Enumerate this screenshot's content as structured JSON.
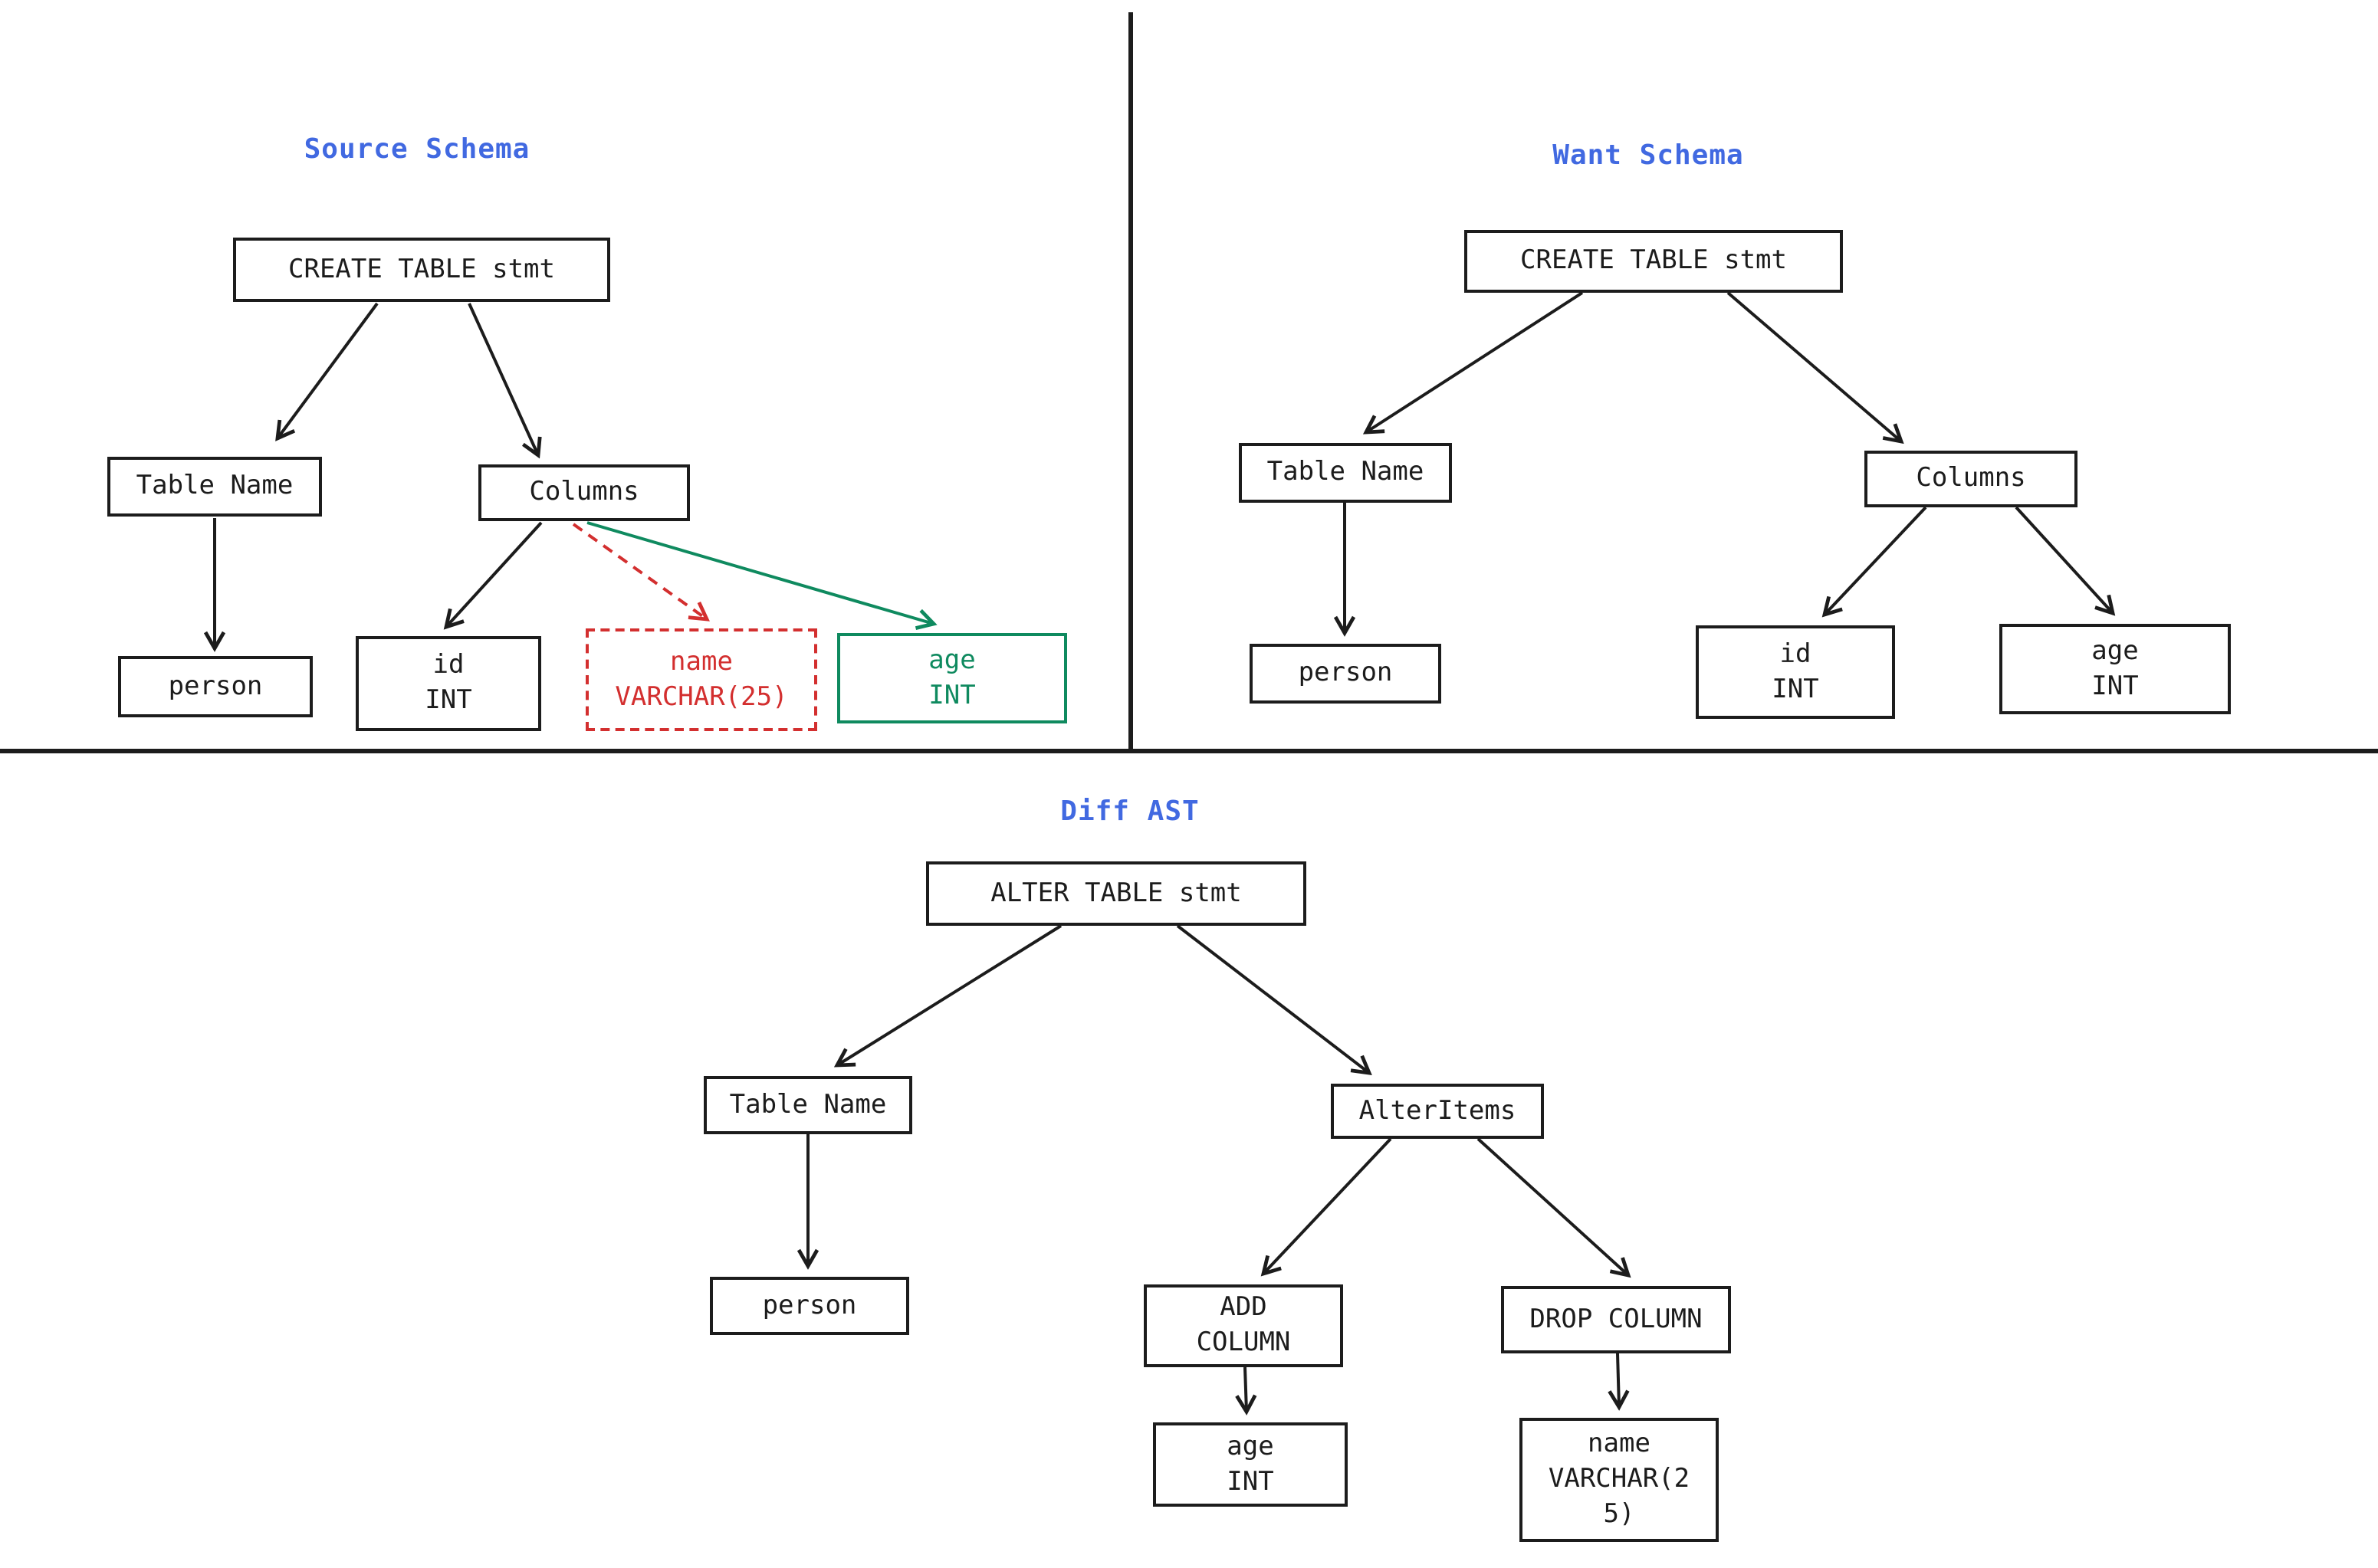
{
  "colors": {
    "ink": "#1c1c1c",
    "title_blue": "#4169e1",
    "removed_red": "#d32f2f",
    "added_green": "#0f8a5f"
  },
  "source_schema": {
    "title": "Source Schema",
    "nodes": {
      "create_table": "CREATE TABLE stmt",
      "table_name": "Table Name",
      "columns": "Columns",
      "person": "person",
      "id_col": "id\nINT",
      "name_col": "name\nVARCHAR(25)",
      "age_col": "age\nINT"
    }
  },
  "want_schema": {
    "title": "Want Schema",
    "nodes": {
      "create_table": "CREATE TABLE stmt",
      "table_name": "Table Name",
      "columns": "Columns",
      "person": "person",
      "id_col": "id\nINT",
      "age_col": "age\nINT"
    }
  },
  "diff_ast": {
    "title": "Diff AST",
    "nodes": {
      "alter_table": "ALTER TABLE stmt",
      "table_name": "Table Name",
      "alter_items": "AlterItems",
      "person": "person",
      "add_column": "ADD\nCOLUMN",
      "drop_column": "DROP COLUMN",
      "age_col": "age\nINT",
      "name_col": "name\nVARCHAR(2\n5)"
    }
  }
}
